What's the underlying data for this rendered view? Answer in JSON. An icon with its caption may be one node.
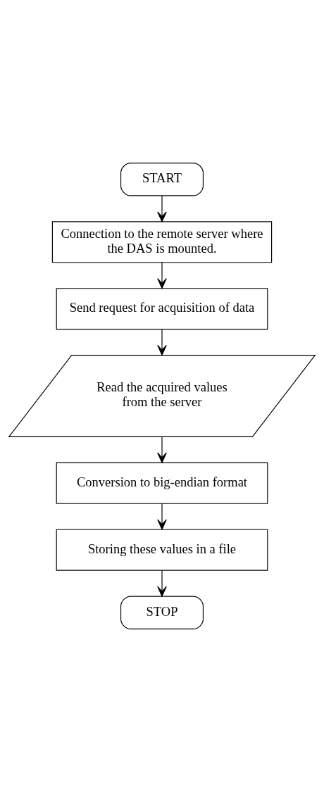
{
  "diagram": {
    "nodes": [
      {
        "text": [
          "START"
        ]
      },
      {
        "text": [
          "Connection to the remote server where the DAS is mounted."
        ]
      },
      {
        "text": [
          "Send request for acquisition of data"
        ]
      },
      {
        "text": [
          "Read the acquired values from the server"
        ]
      },
      {
        "text": [
          "Conversion to big-endian format"
        ]
      },
      {
        "text": [
          "Storing these values in a file"
        ]
      },
      {
        "text": [
          "STOP"
        ]
      }
    ],
    "edges": [
      {
        "from": 0,
        "to": 1,
        "arrow": "to"
      },
      {
        "from": 1,
        "to": 2,
        "arrow": "to"
      },
      {
        "from": 2,
        "to": 3,
        "arrow": "to"
      },
      {
        "from": 3,
        "to": 4,
        "arrow": "to"
      },
      {
        "from": 4,
        "to": 5,
        "arrow": "to"
      },
      {
        "from": 5,
        "to": 6,
        "arrow": "to"
      }
    ]
  }
}
